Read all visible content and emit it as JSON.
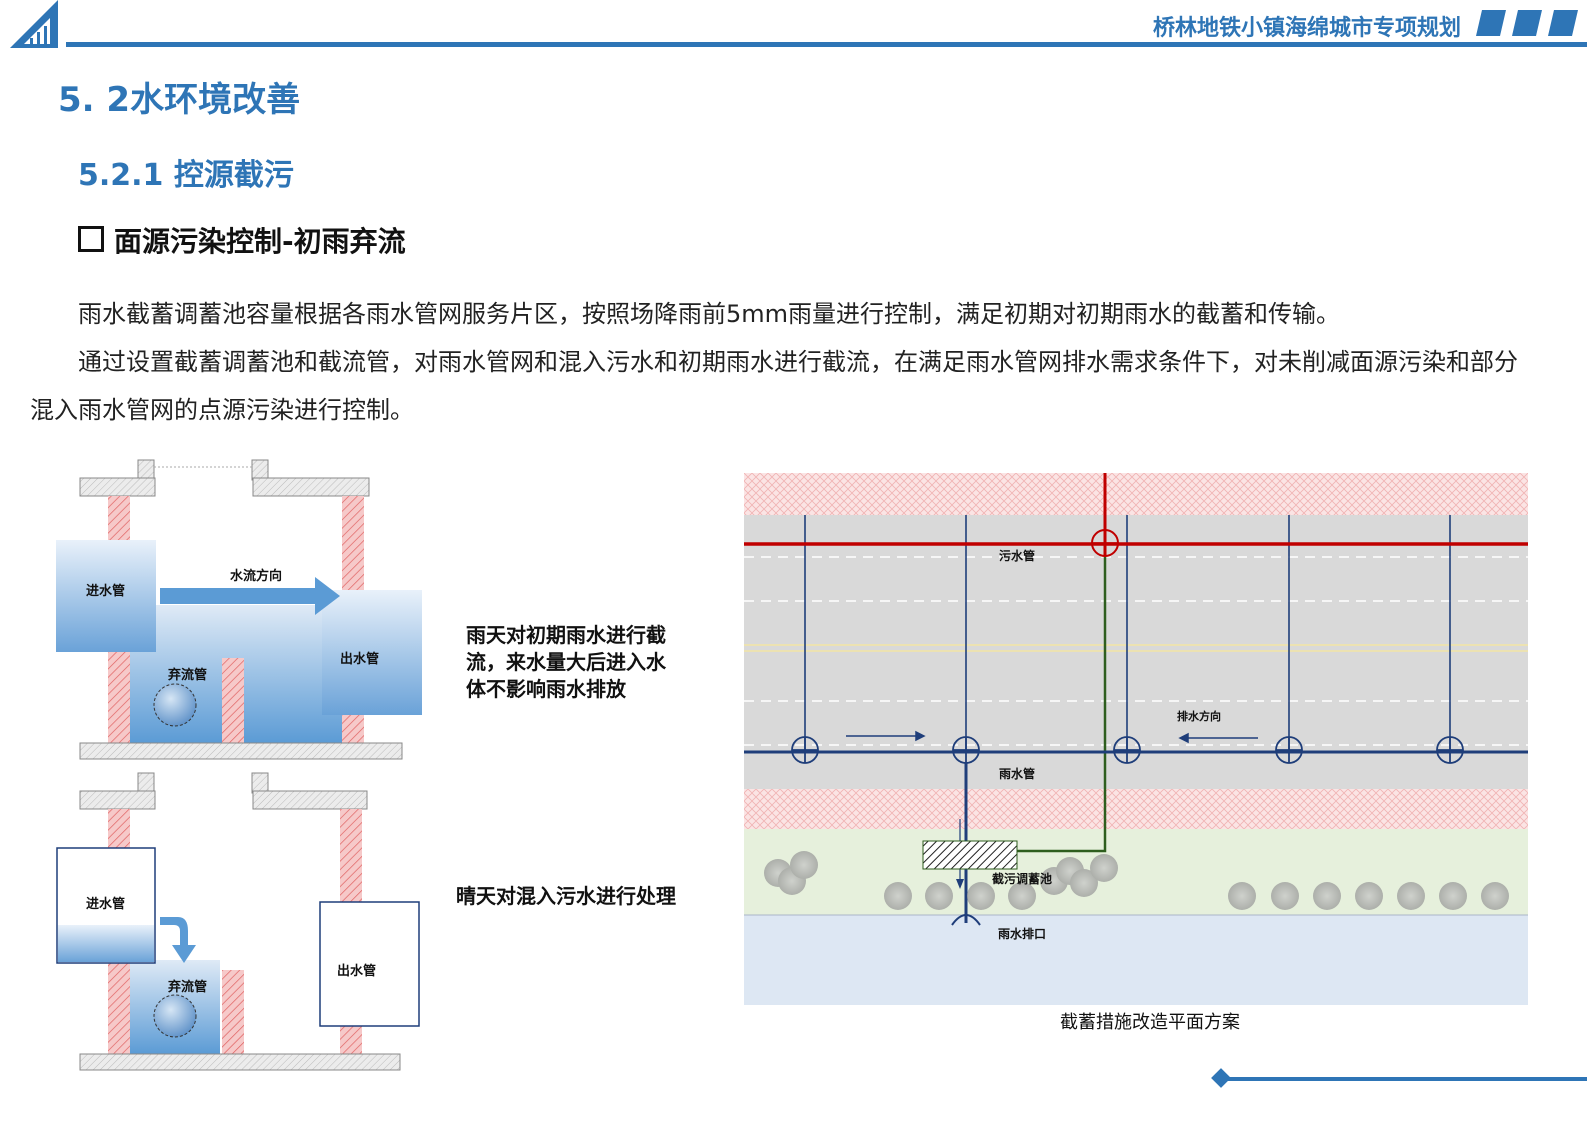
{
  "header": {
    "title": "桥林地铁小镇海绵城市专项规划"
  },
  "section": {
    "h1": "5. 2水环境改善",
    "h2": "5.2.1 控源截污",
    "h3": "面源污染控制-初雨弃流"
  },
  "paragraphs": [
    "雨水截蓄调蓄池容量根据各雨水管网服务片区，按照场降雨前5mm雨量进行控制，满足初期对初期雨水的截蓄和传输。",
    "通过设置截蓄调蓄池和截流管，对雨水管网和混入污水和初期雨水进行截流，在满足雨水管网排水需求条件下，对未削减面源污染和部分混入雨水管网的点源污染进行控制。"
  ],
  "diagram_rain": {
    "inlet": "进水管",
    "flow": "水流方向",
    "outlet": "出水管",
    "bypass": "弃流管",
    "note": "雨天对初期雨水进行截流，来水量大后进入水体不影响雨水排放"
  },
  "diagram_dry": {
    "inlet": "进水管",
    "outlet": "出水管",
    "bypass": "弃流管",
    "note": "晴天对混入污水进行处理"
  },
  "plan": {
    "sewer": "污水管",
    "drain_dir": "排水方向",
    "storm": "雨水管",
    "tank": "截污调蓄池",
    "outfall": "雨水排口",
    "caption": "截蓄措施改造平面方案"
  },
  "colors": {
    "accent": "#2e75b6",
    "sewer_line": "#c00000",
    "storm_line": "#1f3e7a",
    "interceptor_line": "#2e5e1e"
  }
}
